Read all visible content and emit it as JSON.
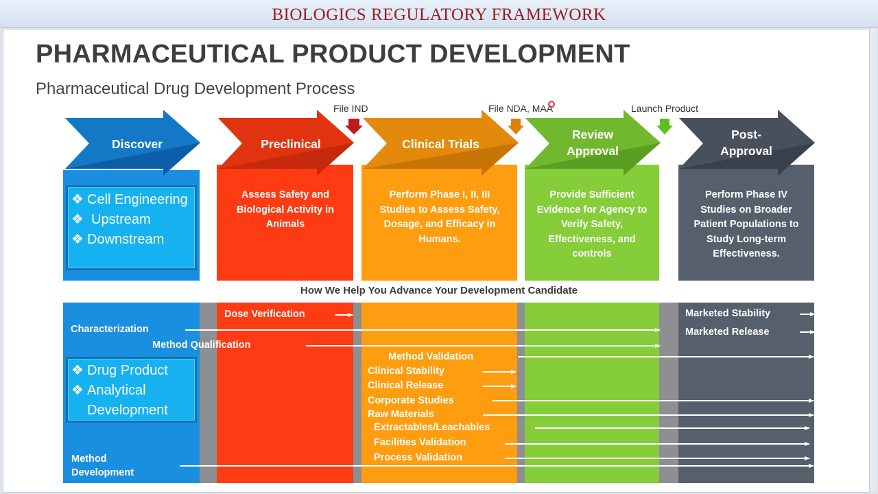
{
  "header": {
    "title": "BIOLOGICS REGULATORY FRAMEWORK"
  },
  "slide": {
    "title": "PHARMACEUTICAL PRODUCT DEVELOPMENT",
    "subtitle": "Pharmaceutical Drug Development Process",
    "milestones": [
      "File IND",
      "File NDA, MAA",
      "Launch Product"
    ],
    "phases": [
      {
        "label": "Discover",
        "color": "#1a8fe0",
        "dark": "#0d5ea8",
        "bullets": [
          "Cell Engineering",
          "Upstream",
          "Downstream"
        ]
      },
      {
        "label": "Preclinical",
        "color": "#ff3b14",
        "dark": "#b3240a",
        "text": "Assess Safety and Biological Activity in Animals"
      },
      {
        "label": "Clinical Trials",
        "color": "#ff9d10",
        "dark": "#b86a05",
        "text": "Perform Phase I, II, III Studies to Assess Safety, Dosage, and Efficacy in Humans."
      },
      {
        "label": "Review Approval",
        "color": "#86cd3a",
        "dark": "#4f8f1c",
        "text": "Provide Sufficient Evidence for Agency to Verify Safety, Effectiveness, and controls"
      },
      {
        "label": "Post-Approval",
        "color": "#56606c",
        "dark": "#343b45",
        "text": "Perform Phase IV Studies on Broader Patient Populations to Study Long-term Effectiveness."
      }
    ],
    "middle_label": "How We Help You Advance Your Development Candidate",
    "discover_lower_bullets": [
      "Drug Product",
      "Analytical Development"
    ],
    "bullet_glyph": "❖",
    "services": {
      "characterization": "Characterization",
      "method_qualification": "Method Qualification",
      "method_development": "Method Development",
      "dose_verification": "Dose Verification",
      "method_validation": "Method Validation",
      "clinical_stability": "Clinical Stability",
      "clinical_release": "Clinical Release",
      "corporate_studies": "Corporate Studies",
      "raw_materials": "Raw Materials",
      "extractables_leachables": "Extractables/Leachables",
      "facilities_validation": "Facilities Validation",
      "process_validation": "Process Validation",
      "marketed_stability": "Marketed Stability",
      "marketed_release": "Marketed Release"
    },
    "colors": {
      "title_red": "#9b1b24",
      "marker_red": "#c0181c",
      "marker_orange": "#e07f08",
      "marker_green": "#5fbe24"
    }
  }
}
